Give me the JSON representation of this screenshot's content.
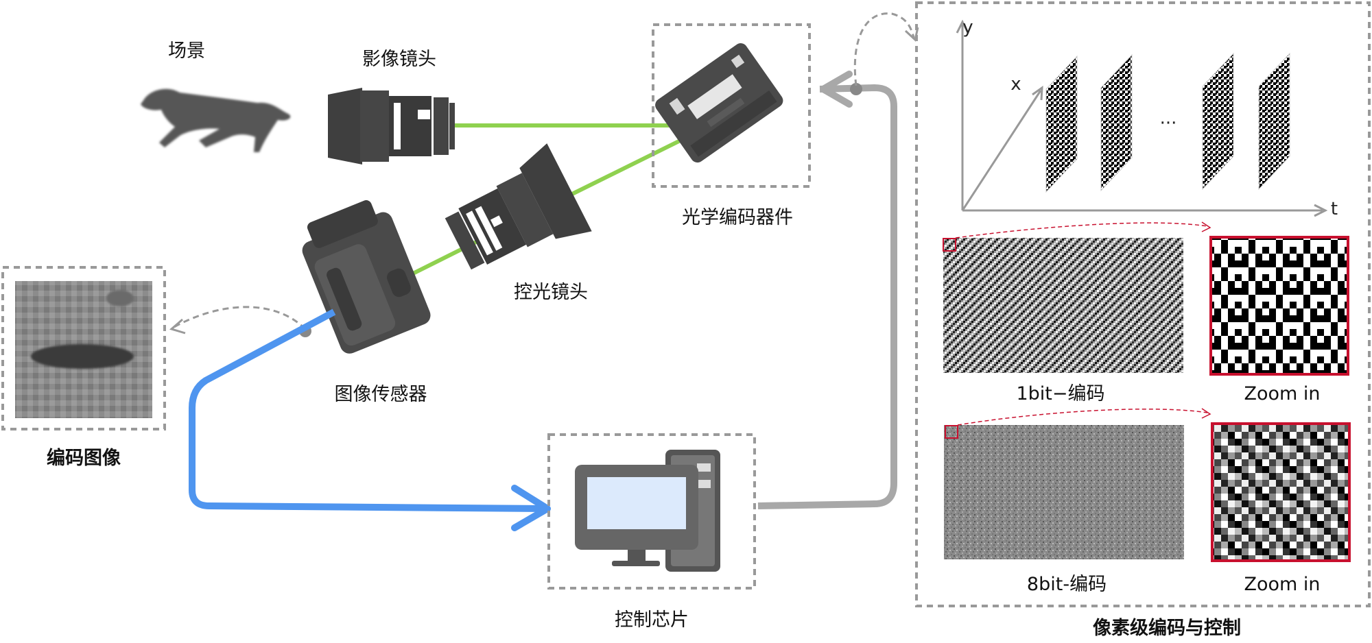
{
  "labels": {
    "scene": "场景",
    "imaging_lens": "影像镜头",
    "optical_coder": "光学编码器件",
    "control_lens": "控光镜头",
    "image_sensor": "图像传感器",
    "coded_image": "编码图像",
    "control_chip": "控制芯片",
    "pixel_coding": "像素级编码与控制"
  },
  "axes": {
    "x": "x",
    "y": "y",
    "t": "t",
    "ellipsis": "···"
  },
  "coding": {
    "one_bit": "1bit−编码",
    "eight_bit": "8bit-编码",
    "zoom_1": "Zoom in",
    "zoom_2": "Zoom in"
  },
  "colors": {
    "device_gray": "#4a4a4a",
    "beam_green": "#8fd14f",
    "signal_blue": "#4f95ef",
    "control_gray": "#a8a8a8",
    "dashed_border": "#999999",
    "zoom_frame_red": "#c8102e",
    "coder_brown": "#6b3f10",
    "monitor_screen": "#dceafc"
  }
}
